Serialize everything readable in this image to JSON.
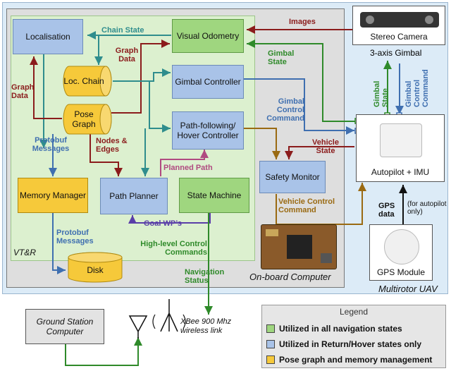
{
  "regions": {
    "uav": "Multirotor UAV",
    "obc": "On-board Computer",
    "vtr": "VT&R"
  },
  "nodes": {
    "localisation": "Localisation",
    "visual_odometry": "Visual Odometry",
    "loc_chain": "Loc. Chain",
    "pose_graph": "Pose Graph",
    "gimbal_controller": "Gimbal Controller",
    "path_following": "Path-following/ Hover Controller",
    "memory_manager": "Memory Manager",
    "path_planner": "Path Planner",
    "state_machine": "State Machine",
    "disk": "Disk",
    "safety_monitor": "Safety Monitor",
    "stereo_camera": "Stereo Camera",
    "gimbal_3axis": "3-axis Gimbal",
    "autopilot_imu": "Autopilot + IMU",
    "gps_module": "GPS Module",
    "ground_station": "Ground Station Computer"
  },
  "edge_labels": {
    "chain_state": "Chain State",
    "graph_data_right": "Graph Data",
    "graph_data_left": "Graph Data",
    "protobuf_messages_1": "Protobuf Messages",
    "protobuf_messages_2": "Protobuf Messages",
    "nodes_edges": "Nodes & Edges",
    "planned_path": "Planned Path",
    "goal_wps": "Goal WP’s",
    "images": "Images",
    "gimbal_state_left": "Gimbal State",
    "gimbal_state_vertical": "Gimbal State",
    "gimbal_control_command_left": "Gimbal Control Command",
    "gimbal_control_command_vertical": "Gimbal Control Command",
    "vehicle_state": "Vehicle State",
    "vehicle_control_command": "Vehicle Control Command",
    "gps_data": "GPS data",
    "gps_note": "(for autopilot only)",
    "high_level_commands": "High-level Control Commands",
    "navigation_status": "Navigation Status",
    "xbee_link": "XBee 900 Mhz wireless link"
  },
  "legend": {
    "title": "Legend",
    "items": [
      {
        "label": "Utilized in all navigation states",
        "color": "#9fd67f"
      },
      {
        "label": "Utilized in Return/Hover states only",
        "color": "#a9c3e8"
      },
      {
        "label": "Pose graph and memory management",
        "color": "#f6c93a"
      }
    ]
  },
  "colors": {
    "blue_arrow": "#3f6fb0",
    "green_arrow": "#2f8a2a",
    "red_arrow": "#8b1c1c",
    "teal_arrow": "#2f8d8d",
    "orange_arrow": "#9a6a12",
    "pink_arrow": "#b04a80",
    "purple_arrow": "#5a3ea8"
  }
}
